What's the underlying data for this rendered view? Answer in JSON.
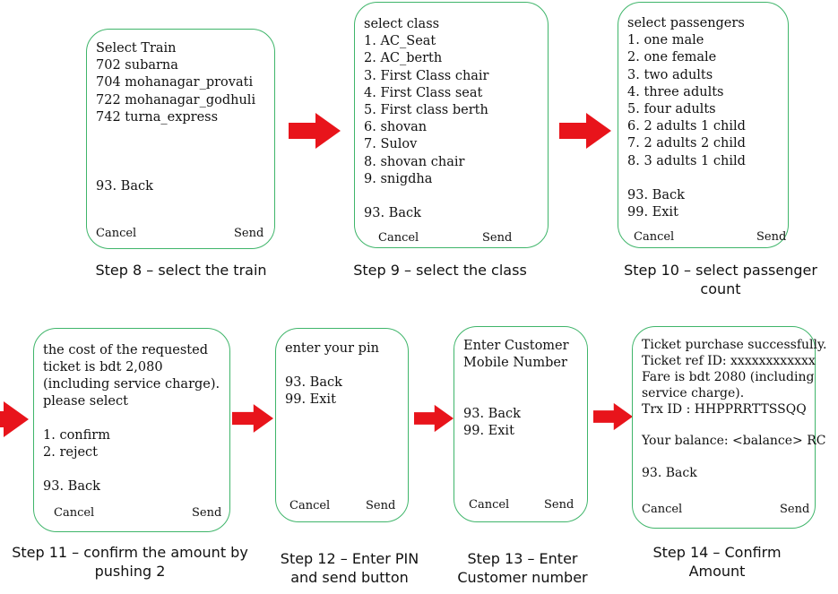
{
  "steps": [
    {
      "lines": [
        "Select Train",
        "702  subarna",
        "704  mohanagar_provati",
        "722  mohanagar_godhuli",
        "742  turna_express",
        "",
        "",
        "",
        "93. Back"
      ],
      "cancel": "Cancel",
      "send": "Send",
      "caption": "Step 8 – select the train"
    },
    {
      "lines": [
        "select class",
        "1. AC_Seat",
        "2. AC_berth",
        "3. First Class chair",
        "4. First Class seat",
        "5. First class berth",
        "6. shovan",
        "7. Sulov",
        "8. shovan chair",
        "9. snigdha",
        "",
        "93. Back"
      ],
      "cancel": "Cancel",
      "send": "Send",
      "caption": "Step 9 – select the class"
    },
    {
      "lines": [
        "select passengers",
        "1. one male",
        "2. one female",
        "3. two adults",
        "4. three adults",
        "5. four adults",
        "6. 2 adults 1 child",
        "7. 2 adults 2 child",
        "8. 3 adults 1 child",
        "",
        "93. Back",
        "99. Exit"
      ],
      "cancel": "Cancel",
      "send": "Send",
      "caption": "Step 10 – select passenger count"
    },
    {
      "lines": [
        "the cost of the requested",
        "ticket is bdt 2,080",
        "(including service charge).",
        "please select",
        "",
        "1. confirm",
        "2. reject",
        "",
        "93. Back"
      ],
      "cancel": "Cancel",
      "send": "Send",
      "caption": "Step 11 – confirm the amount by pushing 2"
    },
    {
      "lines": [
        "enter your pin",
        "",
        "93. Back",
        "99. Exit"
      ],
      "cancel": "Cancel",
      "send": "Send",
      "caption": "Step 12 – Enter PIN and send button"
    },
    {
      "lines": [
        "Enter Customer",
        "Mobile Number",
        "",
        "",
        "93. Back",
        "99. Exit"
      ],
      "cancel": "Cancel",
      "send": "Send",
      "caption": "Step 13 – Enter Customer number"
    },
    {
      "lines": [
        "Ticket purchase successfully.",
        "Ticket ref ID: xxxxxxxxxxxx",
        "Fare is bdt 2080 (including",
        "service charge).",
        "Trx ID : HHPPRRTTSSQQ",
        "",
        "Your balance: <balance> RC",
        "",
        "93. Back"
      ],
      "cancel": "Cancel",
      "send": "Send",
      "caption": "Step 14 – Confirm Amount"
    }
  ],
  "colors": {
    "border": "#3fb56a",
    "arrow": "#e8141b"
  }
}
